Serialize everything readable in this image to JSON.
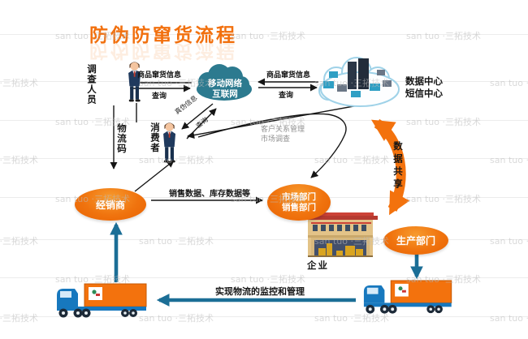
{
  "title": "防伪防窜货流程",
  "watermark": {
    "text": "san tuo ·三拓技术"
  },
  "nodes": {
    "investigator": "调查人员",
    "consumer": "消费者",
    "mobile_network": {
      "line1": "移动网络",
      "line2": "互联网"
    },
    "data_center": {
      "line1": "数据中心",
      "line2": "短信中心"
    },
    "distributor": "经销商",
    "market_sales_dept": {
      "line1": "市场部门",
      "line2": "销售部门"
    },
    "production_dept": "生产部门",
    "enterprise": "企业"
  },
  "edge_labels": {
    "channeling_info_left": "商品窜货信息",
    "query_left": "查询",
    "channeling_info_right": "商品窜货信息",
    "query_right": "查询",
    "logistics_code": "物流码",
    "authenticity_info": "真伪信息",
    "query_consumer": "查询",
    "crm": {
      "line1": "客户关系管理",
      "line2": "市场调查"
    },
    "data_sharing": "数据共享",
    "sales_inventory": "销售数据、库存数据等",
    "logistics_control": "实现物流的监控和管理"
  },
  "colors": {
    "accent_orange": "#f3720d",
    "cloud_teal": "#2c7a8f",
    "logistics_arrow_teal": "#1b6e96",
    "truck_blue": "#1778be",
    "arrow_black": "#151515"
  }
}
